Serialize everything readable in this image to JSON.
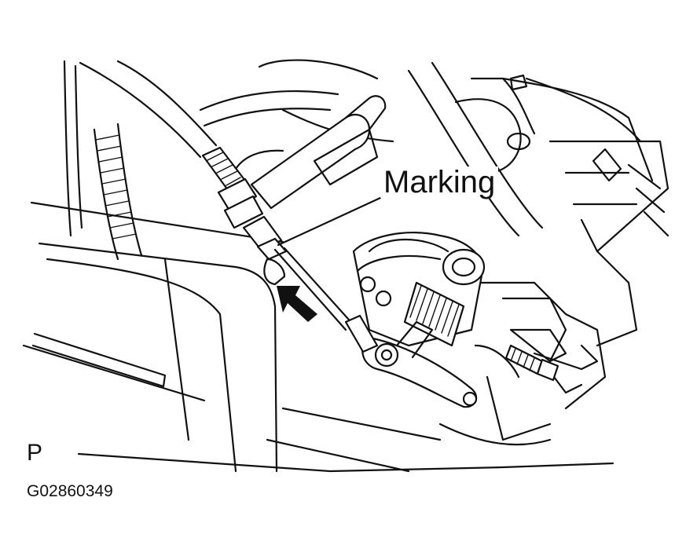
{
  "diagram": {
    "callout_label": "Marking",
    "view_letter": "P",
    "figure_id": "G02860349"
  }
}
